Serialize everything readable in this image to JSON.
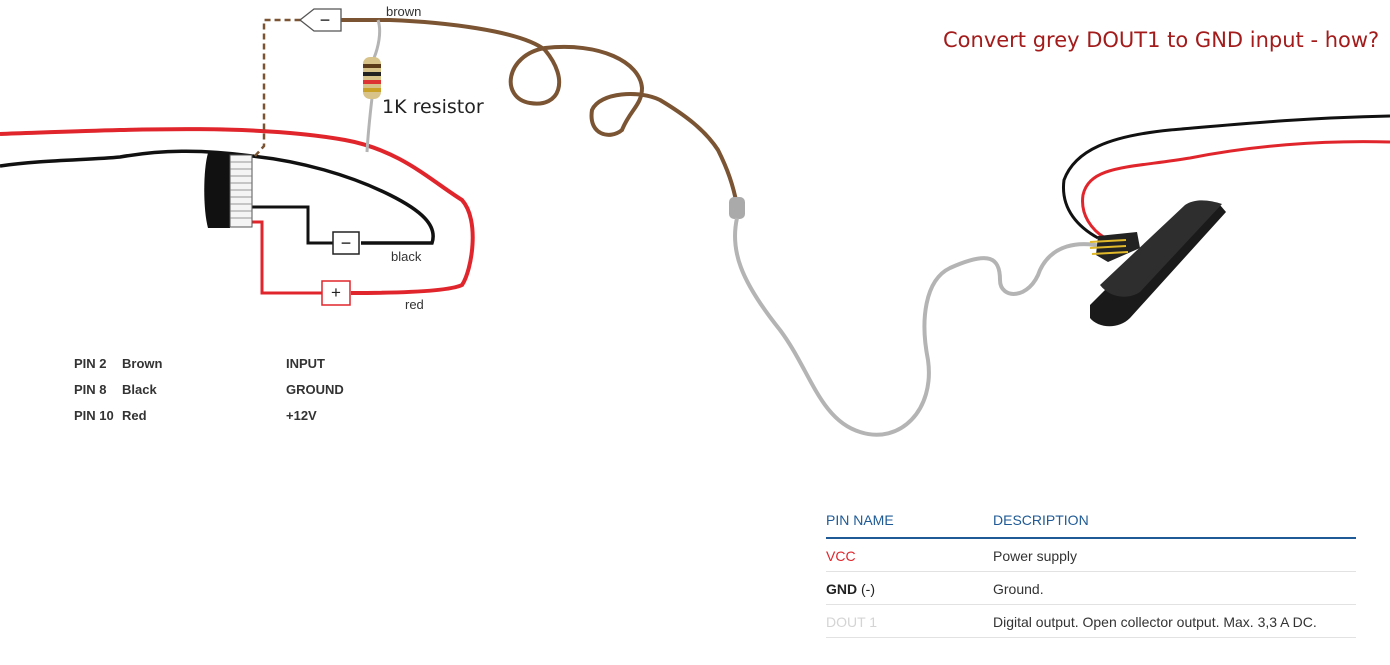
{
  "annotations": {
    "question": "Convert grey DOUT1 to GND input - how?",
    "resistor_label": "1K resistor",
    "wire_brown": "brown",
    "wire_black": "black",
    "wire_red": "red",
    "minus_symbol": "−",
    "plus_symbol": "+"
  },
  "pin_table": [
    {
      "pin": "PIN 2",
      "color": "Brown",
      "function": "INPUT"
    },
    {
      "pin": "PIN 8",
      "color": "Black",
      "function": "GROUND"
    },
    {
      "pin": "PIN 10",
      "color": "Red",
      "function": "+12V"
    }
  ],
  "desc_table": {
    "headers": {
      "pin_name": "PIN NAME",
      "description": "DESCRIPTION"
    },
    "rows": [
      {
        "name": "VCC",
        "suffix": "",
        "description": "Power supply"
      },
      {
        "name": "GND",
        "suffix": " (-)",
        "description": "Ground."
      },
      {
        "name": "DOUT 1",
        "suffix": "",
        "description": "Digital output. Open collector output. Max. 3,3 A DC."
      }
    ]
  },
  "colors": {
    "red_wire": "#e0262c",
    "black_wire": "#111111",
    "brown_wire": "#7a5433",
    "grey_wire": "#b4b4b4",
    "question_text": "#a31b1b",
    "table_header": "#1f5a96"
  }
}
